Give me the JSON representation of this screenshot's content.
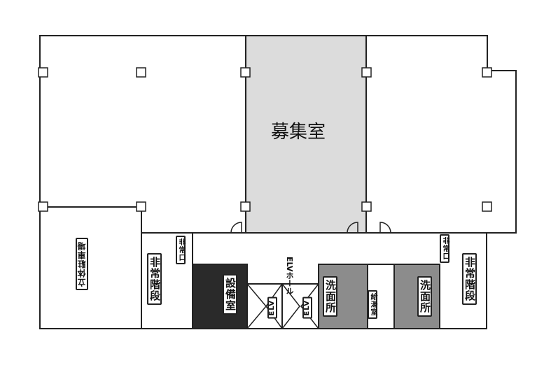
{
  "rooms": {
    "vacant": "募集室",
    "parking": "立体駐車場",
    "stairs_left": "非常階段",
    "stairs_right": "非常階段",
    "exit_left": "非常口",
    "exit_right": "非常口",
    "equipment": "設備室",
    "elevator_1": "ELV",
    "elevator_2": "ELV",
    "elevator_hall": "ELVホール",
    "washroom_1": "洗面所",
    "washroom_2": "洗面所",
    "kitchenette": "給湯室"
  },
  "colors": {
    "vacant_fill": "#dcdcdc",
    "equipment_fill": "#2a2a2a",
    "washroom_fill": "#8c8c8c"
  }
}
